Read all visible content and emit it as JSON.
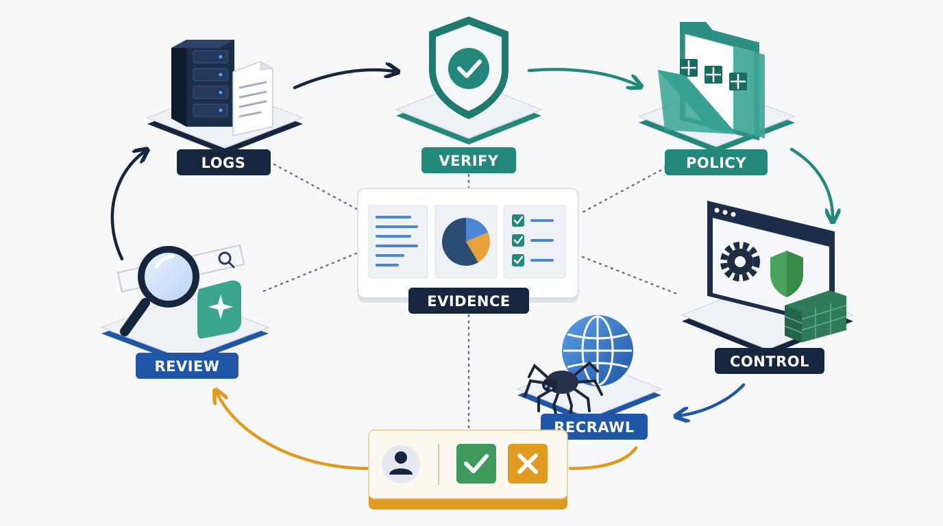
{
  "nodes": {
    "logs": {
      "label": "LOGS"
    },
    "verify": {
      "label": "VERIFY"
    },
    "policy": {
      "label": "POLICY"
    },
    "control": {
      "label": "CONTROL"
    },
    "recrawl": {
      "label": "RECRAWL"
    },
    "review": {
      "label": "REVIEW"
    },
    "evidence": {
      "label": "EVIDENCE"
    }
  },
  "approval": {
    "icons": [
      "user-icon",
      "check-icon",
      "x-icon"
    ]
  },
  "colors": {
    "navy": "#16263f",
    "teal": "#23877c",
    "blue": "#1f56a6",
    "orange": "#e09a1f",
    "green": "#3e9a5c",
    "gray_dot": "#6a7382"
  }
}
